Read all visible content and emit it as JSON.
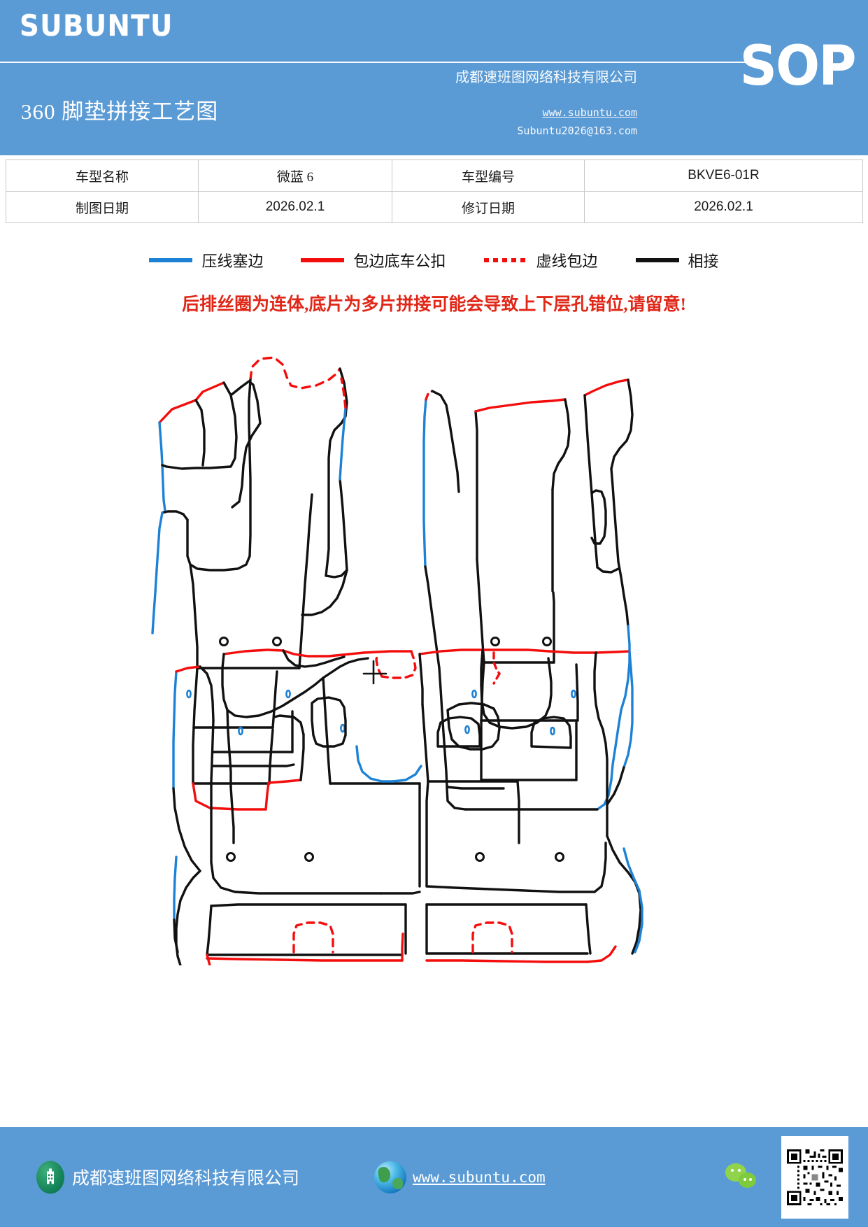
{
  "header": {
    "brand": "SUBUNTU",
    "doc_title": "360 脚垫拼接工艺图",
    "company": "成都速班图网络科技有限公司",
    "url": "www.subuntu.com",
    "email": "Subuntu2026@163.com",
    "badge": "SOP",
    "bg_color": "#5b9bd5"
  },
  "info_table": {
    "rows": [
      {
        "label1": "车型名称",
        "value1": "微蓝 6",
        "label2": "车型编号",
        "value2": "BKVE6-01R"
      },
      {
        "label1": "制图日期",
        "value1": "2026.02.1",
        "label2": "修订日期",
        "value2": "2026.02.1"
      }
    ]
  },
  "legend": {
    "items": [
      {
        "label": "压线塞边",
        "style": "solid",
        "color": "#1d82d6"
      },
      {
        "label": "包边底车公扣",
        "style": "solid",
        "color": "#f40d0d"
      },
      {
        "label": "虚线包边",
        "style": "dashed",
        "color": "#f40d0d"
      },
      {
        "label": "相接",
        "style": "solid",
        "color": "#121212"
      }
    ]
  },
  "warning": {
    "text": "后排丝圈为连体,底片为多片拼接可能会导致上下层孔错位,请留意!",
    "color": "#e02718"
  },
  "drawing": {
    "description": "车辆脚垫拼接裁片工艺轮廓图",
    "colors": {
      "outline": "#111111",
      "edge_blue": "#1d82d6",
      "edge_red": "#f40d0d"
    },
    "groups": [
      {
        "name": "front-left-mat-assembly"
      },
      {
        "name": "front-right-mat-assembly"
      },
      {
        "name": "rear-left-mat-assembly"
      },
      {
        "name": "rear-right-mat-assembly"
      }
    ]
  },
  "footer": {
    "company": "成都速班图网络科技有限公司",
    "url": "www.subuntu.com",
    "bg_color": "#5b9bd5"
  }
}
